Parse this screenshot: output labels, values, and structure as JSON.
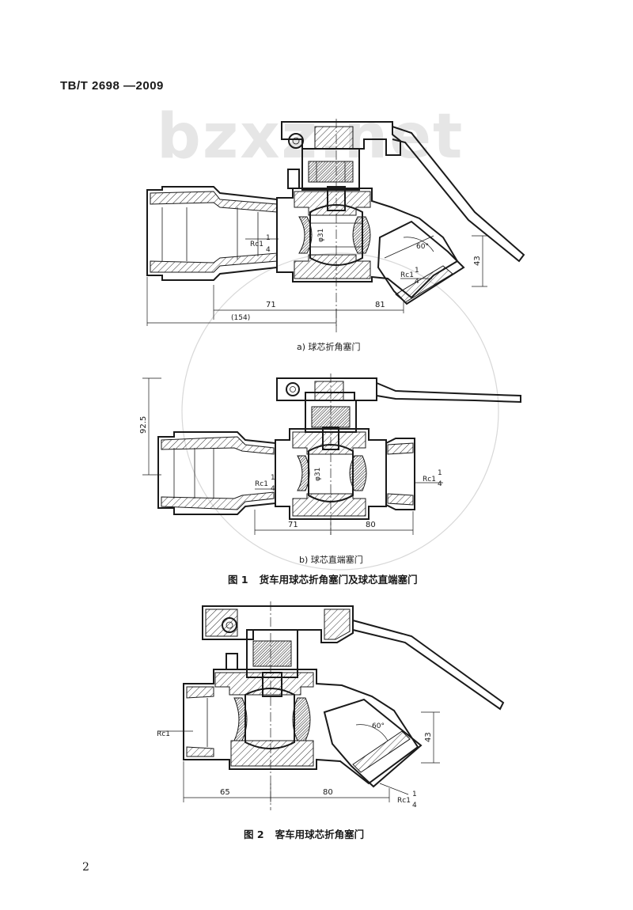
{
  "header": {
    "standard_code": "TB/T 2698 —2009"
  },
  "watermark": {
    "text": "bzxz.net"
  },
  "figure1": {
    "sub_a": {
      "caption": "a) 球芯折角塞门",
      "dims": {
        "d71": "71",
        "d81": "81",
        "d154": "(154)",
        "d43": "43",
        "angle": "60°",
        "dia": "φ31",
        "rc_left": "Rc1",
        "rc_right": "Rc1",
        "frac_num": "1",
        "frac_den": "4"
      }
    },
    "sub_b": {
      "caption": "b) 球芯直端塞门",
      "dims": {
        "d71": "71",
        "d80": "80",
        "d925": "92.5",
        "dia": "φ31",
        "rc_left": "Rc1",
        "rc_right": "Rc1",
        "frac_num": "1",
        "frac_den": "4"
      }
    },
    "number": "图 1",
    "title": "货车用球芯折角塞门及球芯直端塞门"
  },
  "figure2": {
    "dims": {
      "d65": "65",
      "d80": "80",
      "d43": "43",
      "angle": "60°",
      "rc_left": "Rc1",
      "rc_right": "Rc1",
      "frac_num": "1",
      "frac_den": "4"
    },
    "number": "图 2",
    "title": "客车用球芯折角塞门"
  },
  "page": {
    "number": "2"
  }
}
